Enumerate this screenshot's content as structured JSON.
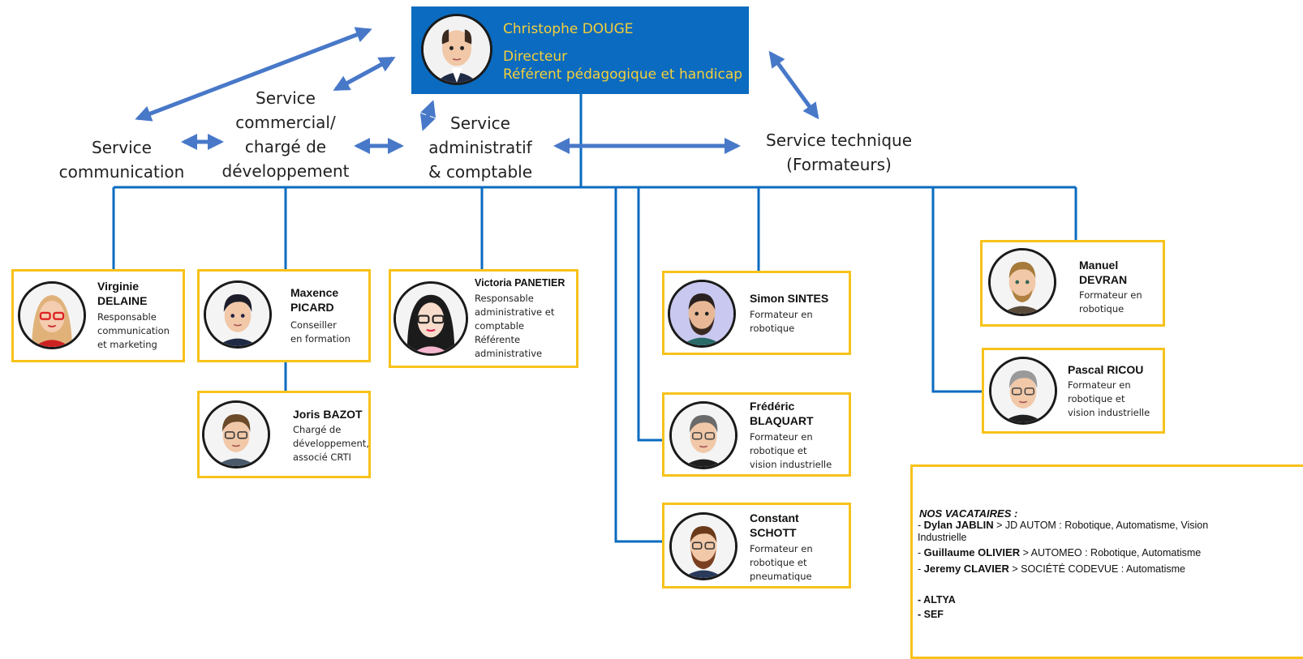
{
  "director": {
    "name": "Christophe DOUGE",
    "title": "Directeur",
    "role": "Référent pédagogique et handicap"
  },
  "services": {
    "communication": [
      "Service",
      "communication"
    ],
    "commercial": [
      "Service",
      "commercial/",
      "chargé de",
      "développement"
    ],
    "administratif": [
      "Service",
      "administratif",
      "& comptable"
    ],
    "technique": [
      "Service technique",
      "(Formateurs)"
    ]
  },
  "staff": {
    "delaine": {
      "name": [
        "Virginie",
        "DELAINE"
      ],
      "role": [
        "Responsable",
        "communication",
        "et marketing"
      ]
    },
    "picard": {
      "name": [
        "Maxence",
        "PICARD"
      ],
      "role": [
        "Conseiller",
        "en formation"
      ]
    },
    "bazot": {
      "name_first": "Joris",
      "name_last": "BAZOT",
      "role": [
        "Chargé de",
        "développement,",
        "associé CRTI"
      ]
    },
    "panetier": {
      "name": "Victoria PANETIER",
      "role": [
        "Responsable",
        "administrative et",
        "comptable",
        "Référente",
        "administrative"
      ]
    },
    "sintes": {
      "name": "Simon SINTES",
      "role": [
        "Formateur en",
        "robotique"
      ]
    },
    "blaquart": {
      "name": [
        "Frédéric",
        "BLAQUART"
      ],
      "role": [
        "Formateur en",
        "robotique et",
        "vision industrielle"
      ]
    },
    "schott": {
      "name": [
        "Constant",
        "SCHOTT"
      ],
      "role": [
        "Formateur en",
        "robotique et",
        "pneumatique"
      ]
    },
    "devran": {
      "name": [
        "Manuel",
        "DEVRAN"
      ],
      "role": [
        "Formateur en",
        "robotique"
      ]
    },
    "ricou": {
      "name": "Pascal RICOU",
      "role": [
        "Formateur en",
        "robotique et",
        "vision industrielle"
      ]
    }
  },
  "vacataires": {
    "title": "NOS VACATAIRES :",
    "entries": [
      {
        "dash": "- ",
        "name": "Dylan JABLIN",
        "detail": " > JD AUTOM : Robotique, Automatisme, Vision"
      },
      {
        "dash": "",
        "name": "",
        "detail": "Industrielle"
      },
      {
        "dash": "- ",
        "name": "Guillaume OLIVIER",
        "detail": " > AUTOMEO : Robotique, Automatisme"
      },
      {
        "dash": "- ",
        "name": "Jeremy CLAVIER",
        "detail": " > SOCIÉTÉ CODEVUE : Automatisme"
      }
    ],
    "companies": [
      "- ALTYA",
      "- SEF"
    ]
  },
  "colors": {
    "line": "#0a6bc0",
    "arrow": "#4878c8",
    "card_border": "#f7c21b",
    "director_bg": "#0a6bc0",
    "director_text": "#f4cf3a"
  }
}
